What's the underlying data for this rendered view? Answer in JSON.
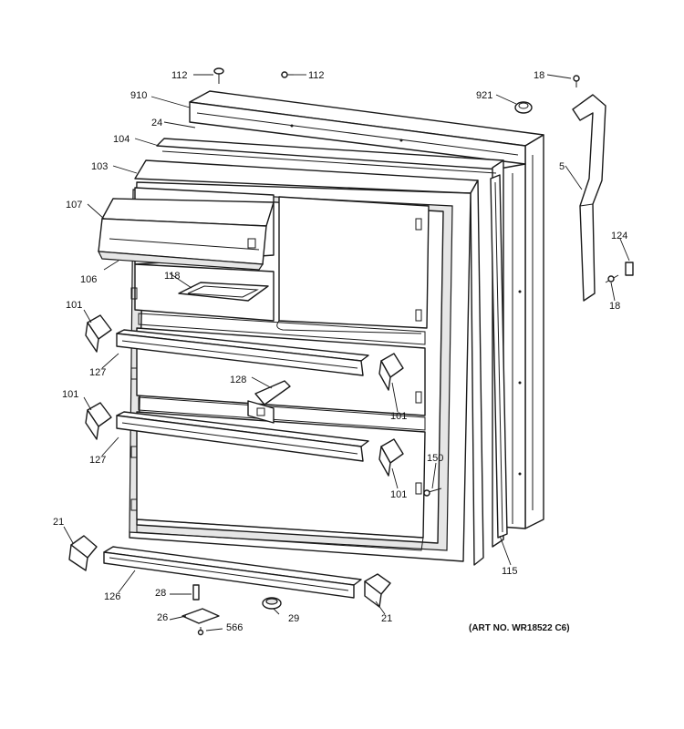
{
  "labels": {
    "l112a": "112",
    "l112b": "112",
    "l18top": "18",
    "l910": "910",
    "l921": "921",
    "l24": "24",
    "l104": "104",
    "l103": "103",
    "l5": "5",
    "l107": "107",
    "l124": "124",
    "l106": "106",
    "l118": "118",
    "l18side": "18",
    "l101a": "101",
    "l127a": "127",
    "l128": "128",
    "l101b": "101",
    "l101c": "101",
    "l127b": "127",
    "l150": "150",
    "l101d": "101",
    "l21a": "21",
    "l115": "115",
    "l126": "126",
    "l28": "28",
    "l26": "26",
    "l29": "29",
    "l21b": "21",
    "l566": "566"
  },
  "art_number": "(ART NO. WR18522 C6)"
}
